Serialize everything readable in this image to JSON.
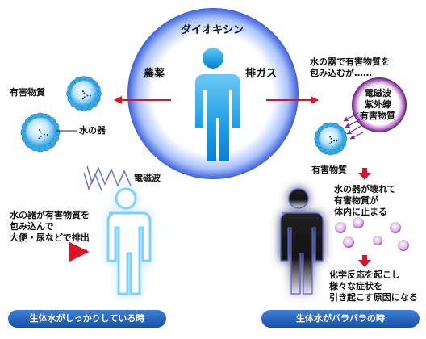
{
  "center": {
    "dioxin": "ダイオキシン",
    "pesticide": "農薬",
    "exhaust": "排ガス"
  },
  "left": {
    "harmful_label": "有害物質",
    "vessel_label": "水の器",
    "em_label": "電磁波",
    "caption_line1": "水の器が有害物質を",
    "caption_line2": "包み込んで",
    "caption_line3": "大便・尿などで排出",
    "banner": "生体水がしっかりしている時"
  },
  "right": {
    "intro_line1": "水の器で有害物質を",
    "intro_line2": "包み込むが……",
    "bubble_line1": "電磁波",
    "bubble_line2": "紫外線",
    "bubble_line3": "有害物質",
    "harmful_label": "有害物質",
    "broken_line1": "水の器が壊れて",
    "broken_line2": "有害物質が",
    "broken_line3": "体内に止まる",
    "result_line1": "化学反応を起こし",
    "result_line2": "様々な症状を",
    "result_line3": "引き起こす原因になる",
    "banner": "生体水がバラバラの時"
  },
  "colors": {
    "arrow_red": "#d9142b",
    "body_blue": "#2aa7e8",
    "banner_blue": "#2a63c0",
    "purple_glow": "#7a2a8c"
  }
}
